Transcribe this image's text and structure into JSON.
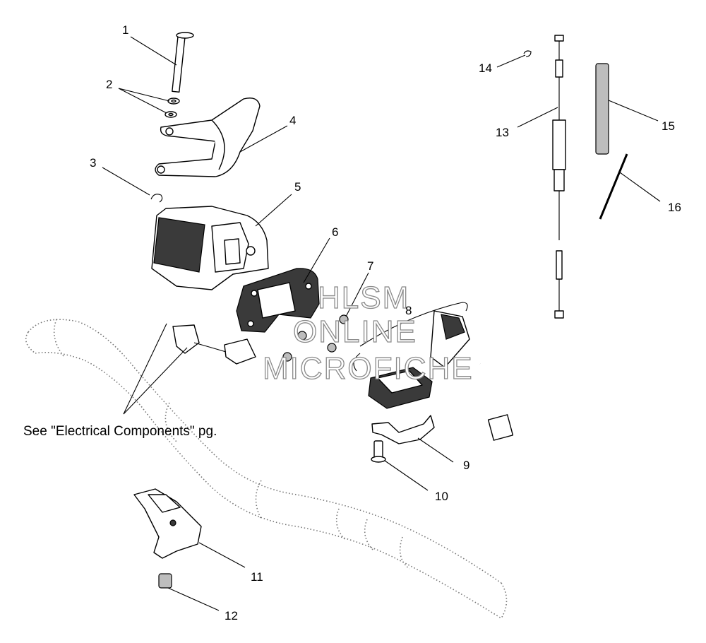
{
  "callouts": [
    {
      "id": "1",
      "label": "1"
    },
    {
      "id": "2",
      "label": "2"
    },
    {
      "id": "3",
      "label": "3"
    },
    {
      "id": "4",
      "label": "4"
    },
    {
      "id": "5",
      "label": "5"
    },
    {
      "id": "6",
      "label": "6"
    },
    {
      "id": "7",
      "label": "7"
    },
    {
      "id": "8",
      "label": "8"
    },
    {
      "id": "9",
      "label": "9"
    },
    {
      "id": "10",
      "label": "10"
    },
    {
      "id": "11",
      "label": "11"
    },
    {
      "id": "12",
      "label": "12"
    },
    {
      "id": "13",
      "label": "13"
    },
    {
      "id": "14",
      "label": "14"
    },
    {
      "id": "15",
      "label": "15"
    },
    {
      "id": "16",
      "label": "16"
    }
  ],
  "note": "See \"Electrical Components\" pg.",
  "watermark": {
    "line1": "HLSM",
    "line2": "ONLINE",
    "line3": "MICROFICHE"
  }
}
